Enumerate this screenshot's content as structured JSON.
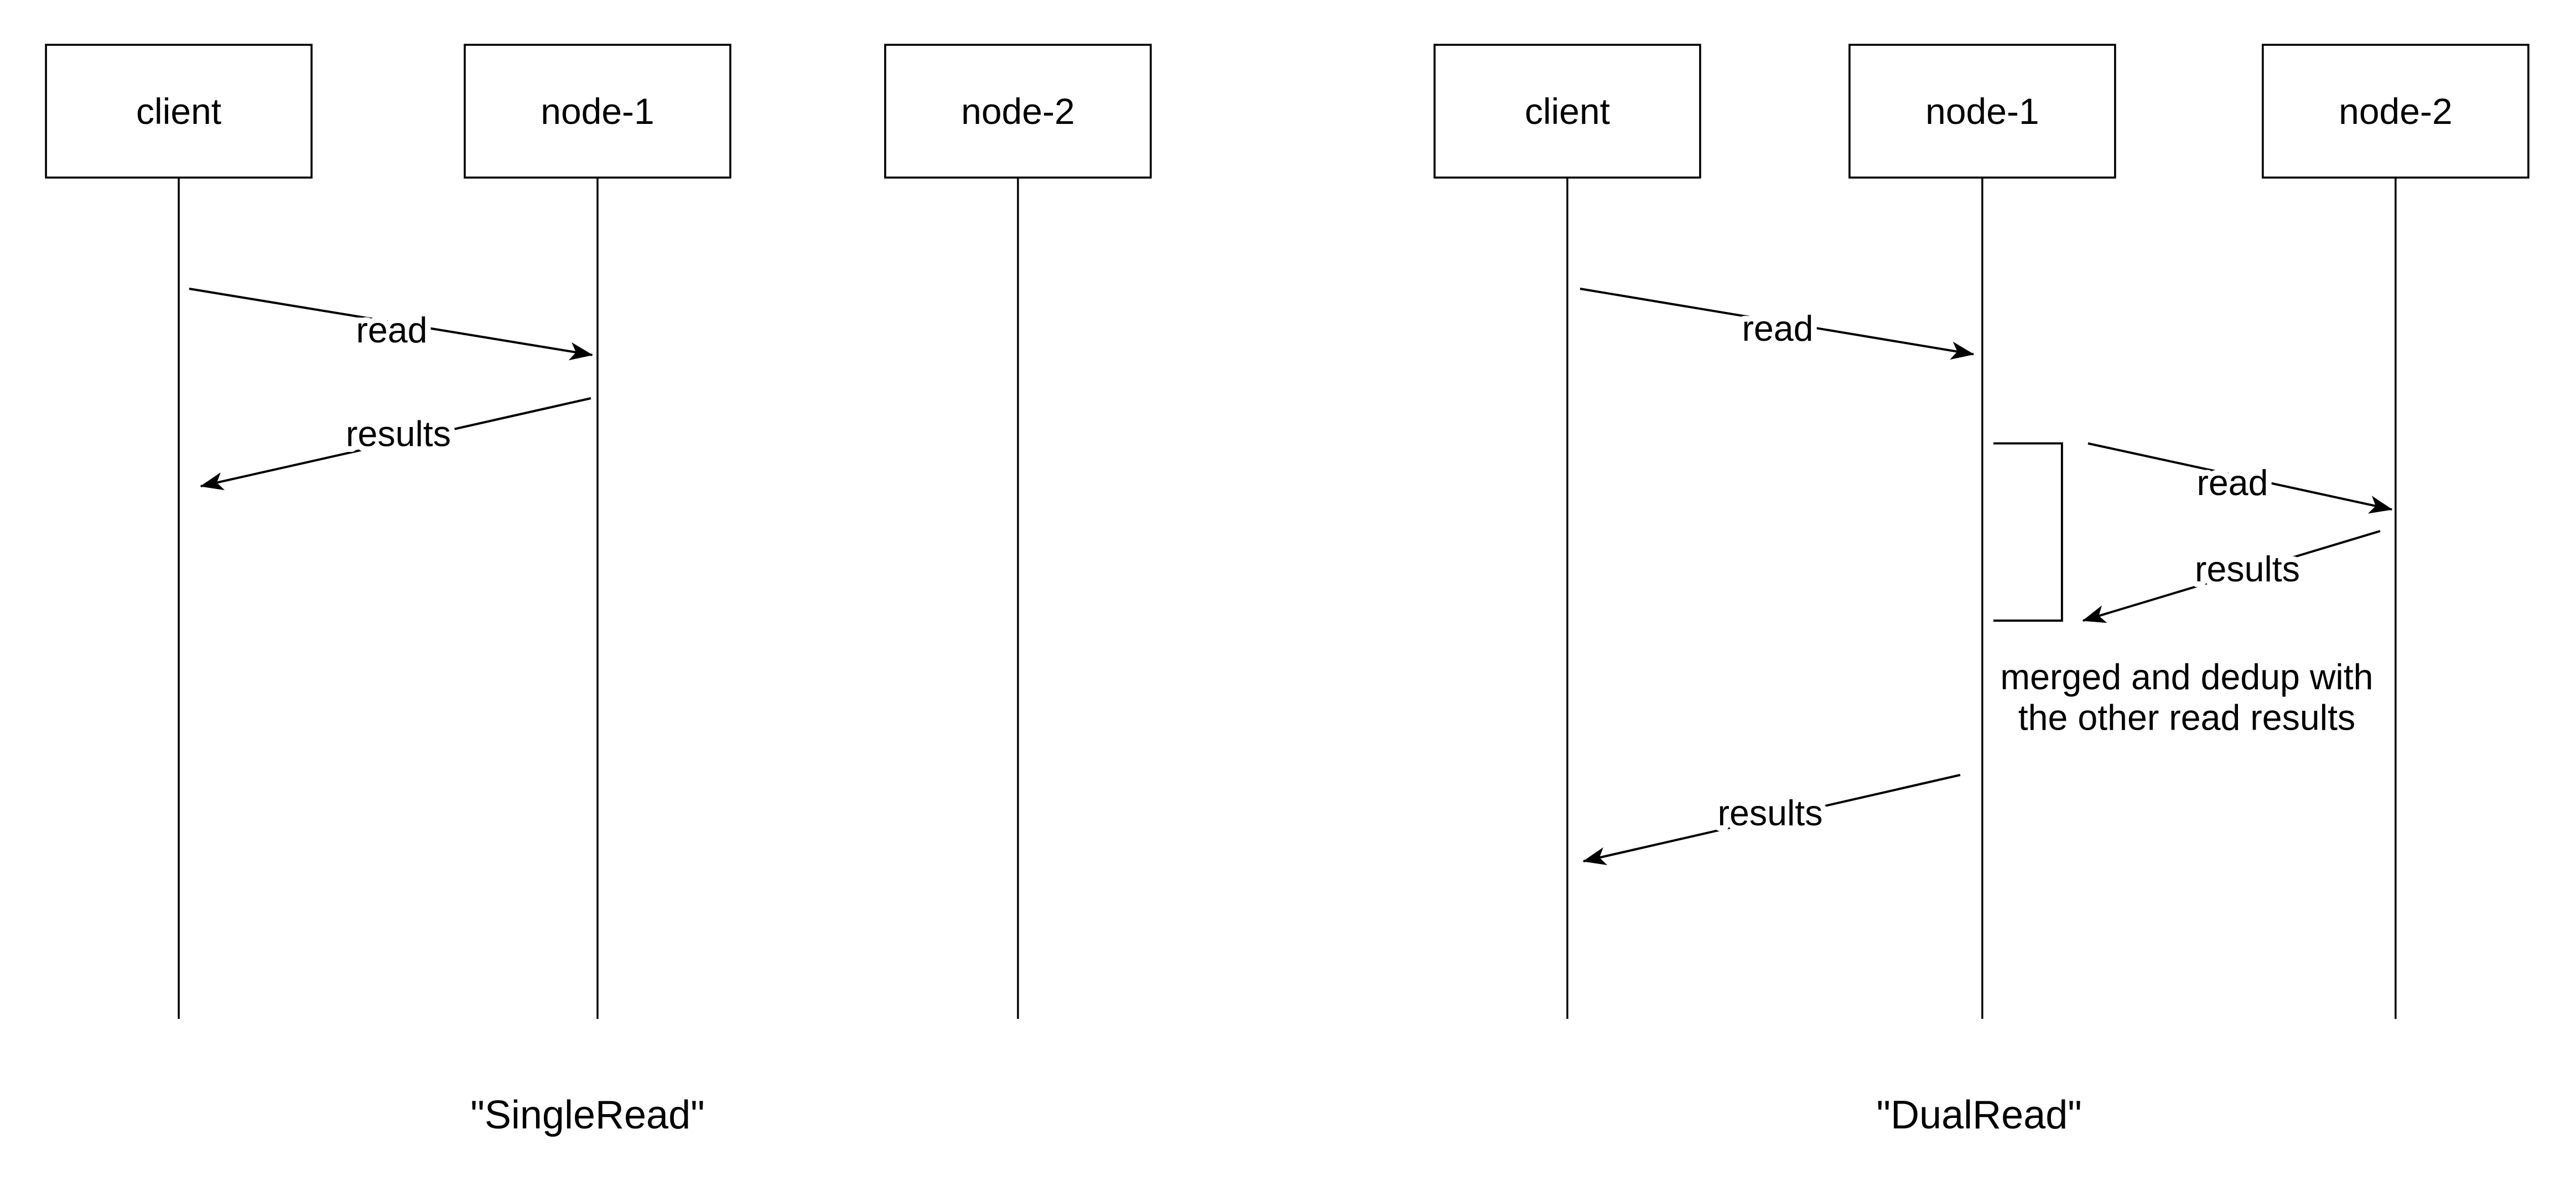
{
  "canvas": {
    "background": "#ffffff",
    "line_color": "#000000",
    "text_color": "#000000"
  },
  "diagrams": [
    {
      "title": "\"SingleRead\"",
      "actors": [
        "client",
        "node-1",
        "node-2"
      ],
      "messages": [
        {
          "from": "client",
          "to": "node-1",
          "label": "read"
        },
        {
          "from": "node-1",
          "to": "client",
          "label": "results"
        }
      ]
    },
    {
      "title": "\"DualRead\"",
      "actors": [
        "client",
        "node-1",
        "node-2"
      ],
      "messages": [
        {
          "from": "client",
          "to": "node-1",
          "label": "read"
        },
        {
          "from": "node-1",
          "to": "node-2",
          "label": "read"
        },
        {
          "from": "node-2",
          "to": "node-1",
          "label": "results"
        },
        {
          "from": "node-1",
          "to": "client",
          "label": "results"
        }
      ],
      "note": {
        "line1": "merged and dedup with",
        "line2": "the other read results"
      }
    }
  ]
}
